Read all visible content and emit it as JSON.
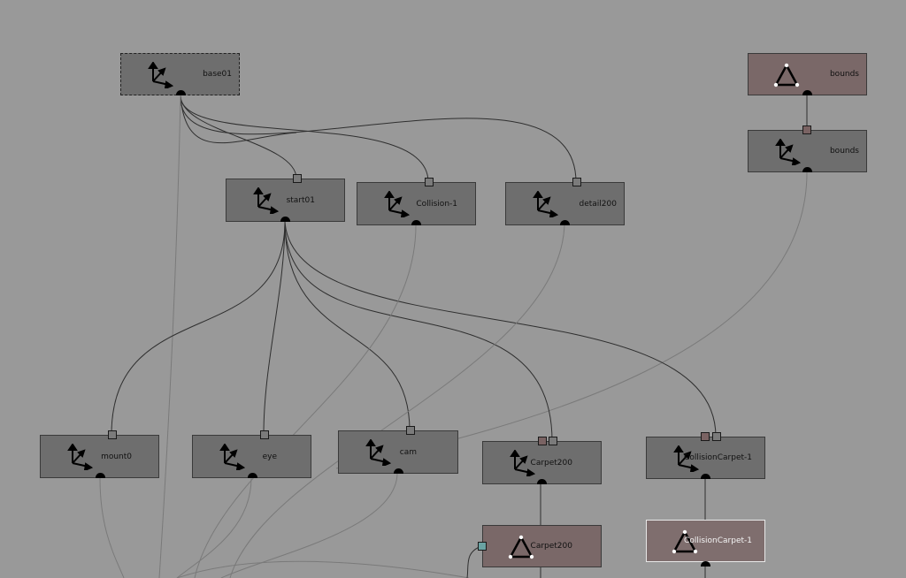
{
  "graph": {
    "nodes": [
      {
        "id": "base01",
        "label": "base01",
        "kind": "transform",
        "icon": "transform-axes-icon",
        "state": "selected"
      },
      {
        "id": "bounds_shape",
        "label": "bounds",
        "kind": "shape",
        "icon": "shape-triangle-icon"
      },
      {
        "id": "bounds_xf",
        "label": "bounds",
        "kind": "transform",
        "icon": "transform-axes-icon"
      },
      {
        "id": "start01",
        "label": "start01",
        "kind": "transform",
        "icon": "transform-axes-icon"
      },
      {
        "id": "collision1",
        "label": "Collision-1",
        "kind": "transform",
        "icon": "transform-axes-icon"
      },
      {
        "id": "detail200",
        "label": "detail200",
        "kind": "transform",
        "icon": "transform-axes-icon"
      },
      {
        "id": "mount0",
        "label": "mount0",
        "kind": "transform",
        "icon": "transform-axes-icon"
      },
      {
        "id": "eye",
        "label": "eye",
        "kind": "transform",
        "icon": "transform-axes-icon"
      },
      {
        "id": "cam",
        "label": "cam",
        "kind": "transform",
        "icon": "transform-axes-icon"
      },
      {
        "id": "carpet200_xf",
        "label": "Carpet200",
        "kind": "transform",
        "icon": "transform-axes-icon"
      },
      {
        "id": "collcarpet_xf",
        "label": "CollisionCarpet-1",
        "kind": "transform",
        "icon": "transform-axes-icon"
      },
      {
        "id": "carpet200_shape",
        "label": "Carpet200",
        "kind": "shape",
        "icon": "shape-triangle-icon"
      },
      {
        "id": "collcarpet_shape",
        "label": "CollisionCarpet-1",
        "kind": "shape",
        "icon": "shape-triangle-icon",
        "state": "highlighted"
      }
    ],
    "edges": [
      [
        "base01",
        "start01"
      ],
      [
        "base01",
        "collision1"
      ],
      [
        "base01",
        "detail200"
      ],
      [
        "bounds_shape",
        "bounds_xf"
      ],
      [
        "start01",
        "mount0"
      ],
      [
        "start01",
        "eye"
      ],
      [
        "start01",
        "cam"
      ],
      [
        "start01",
        "carpet200_xf"
      ],
      [
        "start01",
        "collcarpet_xf"
      ],
      [
        "carpet200_xf",
        "carpet200_shape"
      ],
      [
        "collcarpet_xf",
        "collcarpet_shape"
      ]
    ],
    "colors": {
      "background": "#999999",
      "transform_node": "#6e6e6e",
      "shape_node": "#7a6868",
      "wire": "#2f2f2f",
      "faint_wire": "#7a7a7a"
    }
  }
}
